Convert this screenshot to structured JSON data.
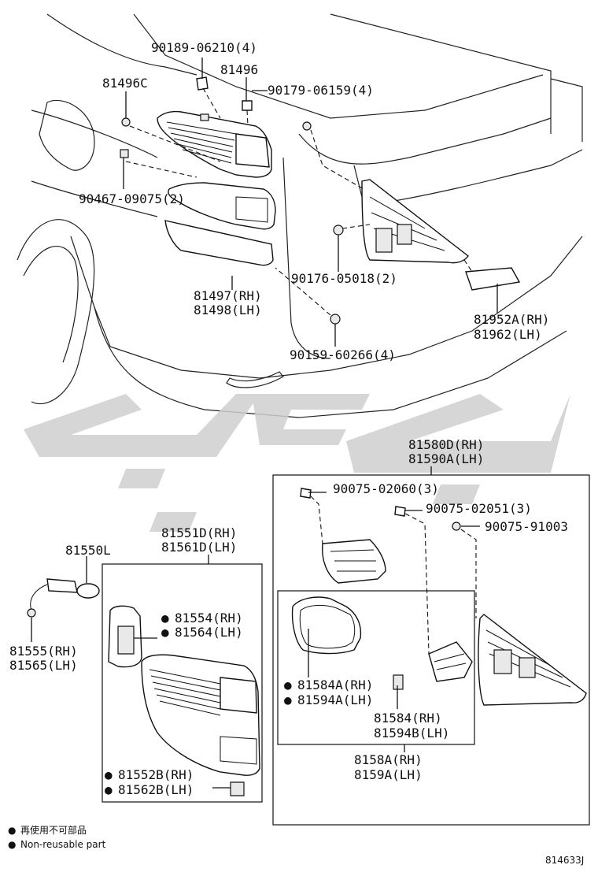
{
  "diagram_id": "814633J",
  "colors": {
    "line": "#111111",
    "watermark": "#c8c8c8",
    "background": "#ffffff"
  },
  "labels": {
    "p_90189": "90189-06210(4)",
    "p_81496": "81496",
    "p_81496C": "81496C",
    "p_90179": "90179-06159(4)",
    "p_90467": "90467-09075(2)",
    "p_81497": "81497(RH)",
    "p_81498": "81498(LH)",
    "p_90176": "90176-05018(2)",
    "p_81952A": "81952A(RH)",
    "p_81962": "81962(LH)",
    "p_90159": "90159-60266(4)",
    "p_81580D": "81580D(RH)",
    "p_81590A": "81590A(LH)",
    "p_90075_02060": "90075-02060(3)",
    "p_90075_02051": "90075-02051(3)",
    "p_90075_91003": "90075-91003",
    "p_81551D": "81551D(RH)",
    "p_81561D": "81561D(LH)",
    "p_81550L": "81550L",
    "p_81554": "81554(RH)",
    "p_81564": "81564(LH)",
    "p_81555": "81555(RH)",
    "p_81565": "81565(LH)",
    "p_81584A": "81584A(RH)",
    "p_81594A": "81594A(LH)",
    "p_81584": "81584(RH)",
    "p_81594B": "81594B(LH)",
    "p_81552B": "81552B(RH)",
    "p_81562B": "81562B(LH)",
    "p_8158A": "8158A(RH)",
    "p_8159A": "8159A(LH)"
  },
  "legend": {
    "bullet": "●",
    "line1": "再使用不可部品",
    "line2": "Non-reusable part"
  },
  "footer": {
    "code": "814633J"
  },
  "watermark": {
    "text": "عرب جي",
    "style": "grey stylized logo"
  }
}
